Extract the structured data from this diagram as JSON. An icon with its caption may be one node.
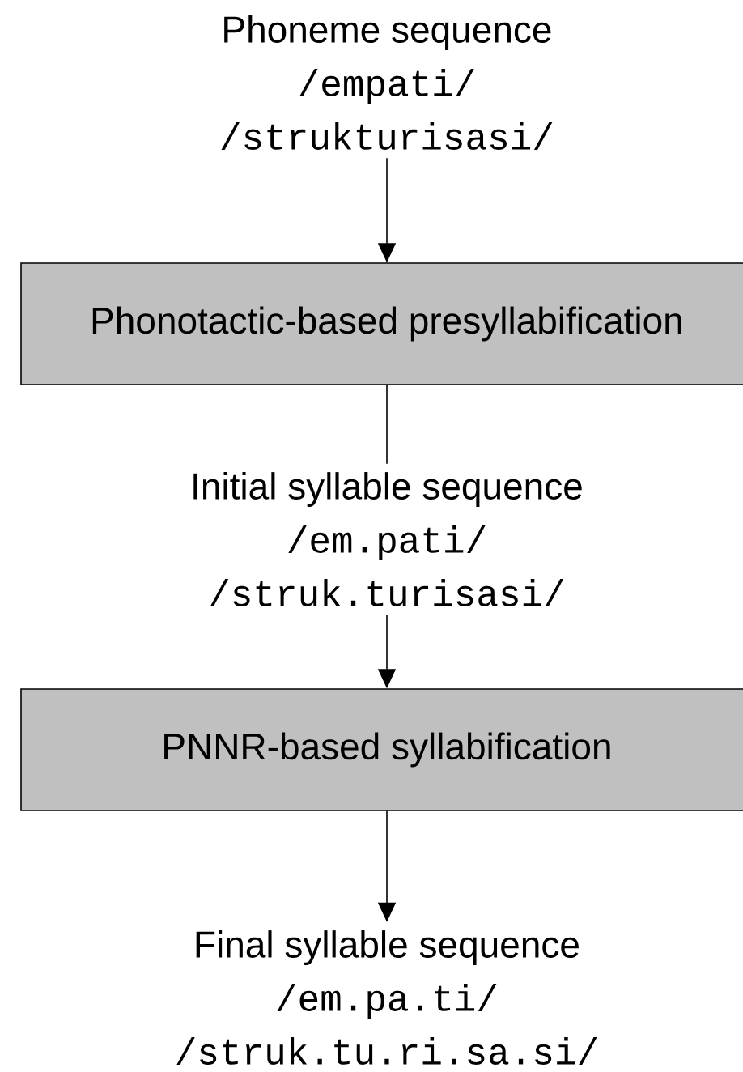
{
  "diagram": {
    "nodes": [
      {
        "text": [
          "Phoneme sequence",
          "/empati/",
          "/strukturisasi/"
        ]
      },
      {
        "text": [
          "Phonotactic-based presyllabification"
        ]
      },
      {
        "text": [
          "Initial syllable sequence",
          "/em.pati/",
          "/struk.turisasi/"
        ]
      },
      {
        "text": [
          "PNNR-based syllabification"
        ]
      },
      {
        "text": [
          "Final syllable sequence",
          "/em.pa.ti/",
          "/struk.tu.ri.sa.si/"
        ]
      }
    ],
    "edges": [
      {
        "from": 0,
        "to": 1,
        "arrow": "to"
      },
      {
        "from": 1,
        "to": 2,
        "arrow": "none"
      },
      {
        "from": 2,
        "to": 3,
        "arrow": "to"
      },
      {
        "from": 3,
        "to": 4,
        "arrow": "to"
      }
    ]
  }
}
